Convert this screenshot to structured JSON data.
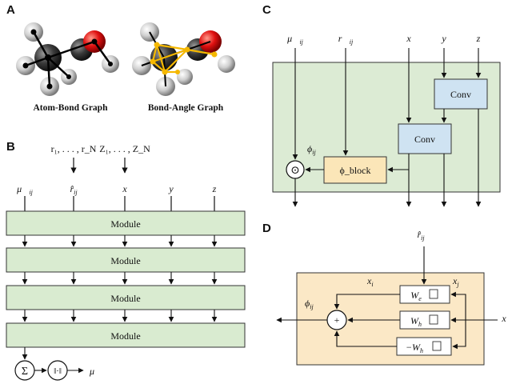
{
  "panels": {
    "a": {
      "letter": "A",
      "captions": [
        "Atom-Bond Graph",
        "Bond-Angle Graph"
      ]
    },
    "b": {
      "letter": "B",
      "inputs": [
        "r₁, . . . , r_N",
        "Z₁, . . . , Z_N"
      ],
      "columns": [
        "μ⃗",
        "r̂",
        "x",
        "y",
        "z"
      ],
      "column_subscripts": [
        "ij",
        "ij",
        "",
        "",
        ""
      ],
      "modules": [
        "Module",
        "Module",
        "Module",
        "Module"
      ],
      "sum_symbol": "Σ",
      "norm_symbol": "‖·‖",
      "output": "μ"
    },
    "c": {
      "letter": "C",
      "inputs": [
        "μ⃗",
        "r⃗",
        "x",
        "y",
        "z"
      ],
      "input_subscripts": [
        "ij",
        "ij",
        "",
        "",
        ""
      ],
      "conv_upper": "Conv",
      "conv_lower": "Conv",
      "phi_block": "ϕ_block",
      "phi_label": "ϕ",
      "phi_sub": "ij",
      "odot": "⊙"
    },
    "d": {
      "letter": "D",
      "input_top": "r̂",
      "input_top_sub": "ij",
      "xi": "x",
      "xi_sub": "i",
      "xj": "x",
      "xj_sub": "j",
      "box1": "W",
      "box1_sub": "e",
      "box2": "W",
      "box2_sub": "h",
      "box3": "−W",
      "box3_sub": "h",
      "plus": "+",
      "phi_label": "ϕ",
      "phi_sub": "ij",
      "x_right": "x"
    }
  },
  "colors": {
    "module_fill": "#d9ebd0",
    "panel_c_fill": "#dcebd4",
    "conv_fill": "#cfe3f2",
    "phi_fill": "#fbe6b8",
    "panel_d_fill": "#fbe8c6",
    "oxygen": "#e01010",
    "carbon": "#111111",
    "hydrogen": "#c8c8c8",
    "angle_graph": "#f5b800"
  }
}
